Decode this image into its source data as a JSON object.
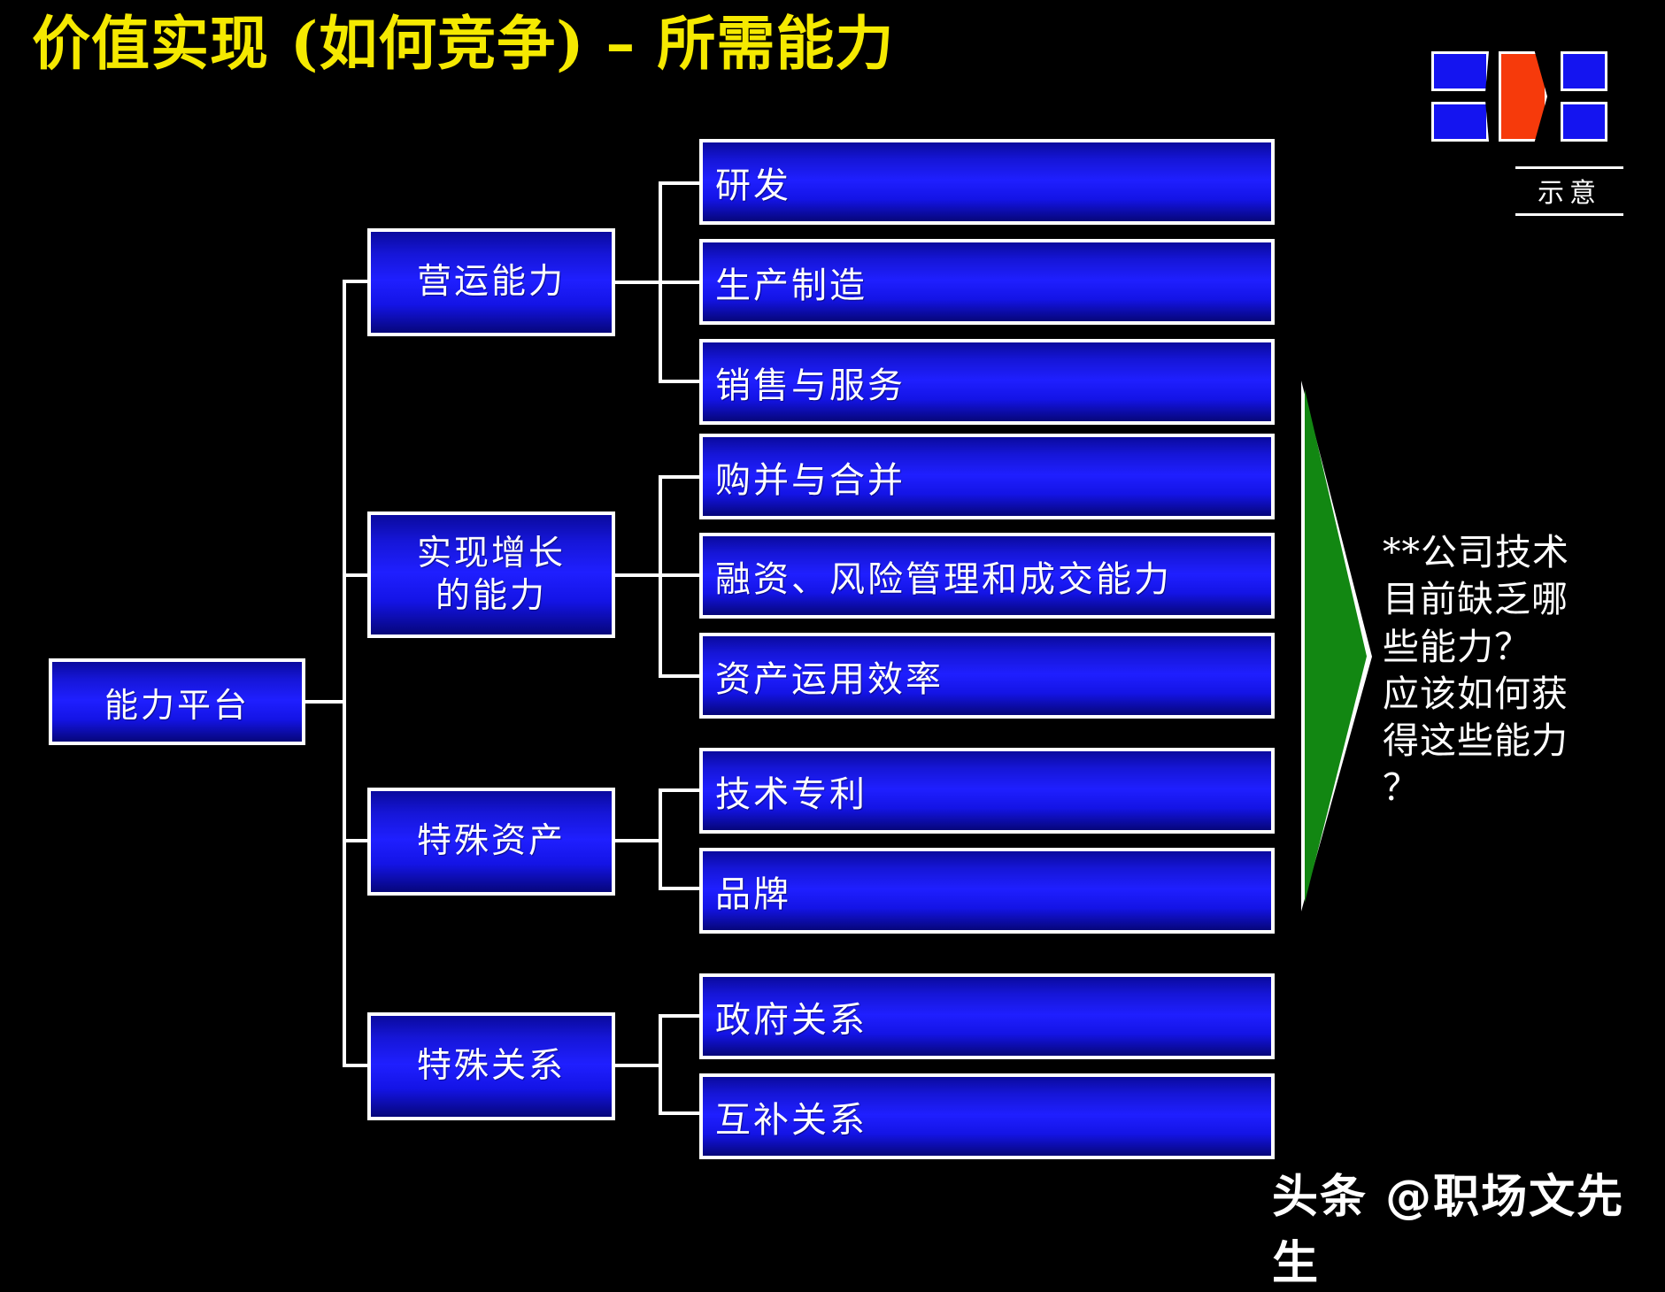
{
  "slide": {
    "title": "价值实现 (如何竞争) – 所需能力",
    "title_color": "#f5e900",
    "background_color": "#000000"
  },
  "logo": {
    "name": "company-logo",
    "blue_color": "#1414f0",
    "accent_color": "#f63a0b",
    "shapes": [
      "quad-top-left",
      "quad-bottom-left",
      "wedge-center",
      "square-top-right",
      "square-bottom-right"
    ]
  },
  "stamp": {
    "label": "示意"
  },
  "tree": {
    "root": {
      "label": "能力平台"
    },
    "branches": [
      {
        "label": "营运能力",
        "leaves": [
          "研发",
          "生产制造",
          "销售与服务"
        ]
      },
      {
        "label": "实现增长\n的能力",
        "leaves": [
          "购并与合并",
          "融资、风险管理和成交能力",
          "资产运用效率"
        ]
      },
      {
        "label": "特殊资产",
        "leaves": [
          "技术专利",
          "品牌"
        ]
      },
      {
        "label": "特殊关系",
        "leaves": [
          "政府关系",
          "互补关系"
        ]
      }
    ],
    "box_fill_color": "#1f1fff",
    "box_border_color": "#ffffff",
    "connector_color": "#ffffff"
  },
  "callout": {
    "arrow_color": "#128712",
    "text": "**公司技术\n目前缺乏哪\n些能力？\n应该如何获\n得这些能力\n？"
  },
  "watermark": {
    "text": "头条 @职场文先生"
  }
}
